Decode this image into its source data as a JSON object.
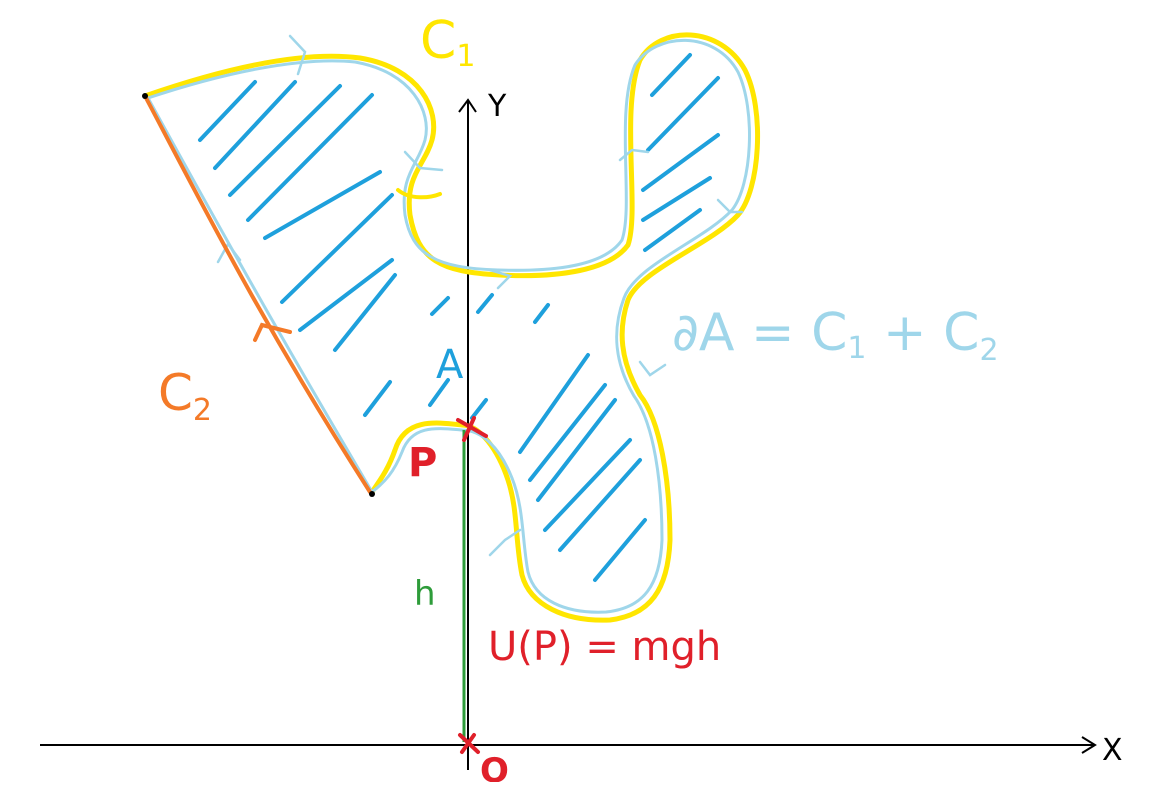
{
  "labels": {
    "y_axis": "Y",
    "x_axis": "X",
    "origin": "O",
    "curve1": "C",
    "curve1_sub": "1",
    "curve2": "C",
    "curve2_sub": "2",
    "region": "A",
    "point": "P",
    "height": "h",
    "potential": "U(P) = mgh",
    "boundary": "∂A = C",
    "boundary_sub1": "1",
    "boundary_plus": " + C",
    "boundary_sub2": "2"
  },
  "colors": {
    "axes": "#000000",
    "curve1": "#ffe600",
    "curve2": "#f47a28",
    "boundary": "#9fd6ea",
    "hatch": "#1ea0dc",
    "point": "#e0202a",
    "height": "#2e9c3a",
    "potential_text": "#e0202a"
  }
}
